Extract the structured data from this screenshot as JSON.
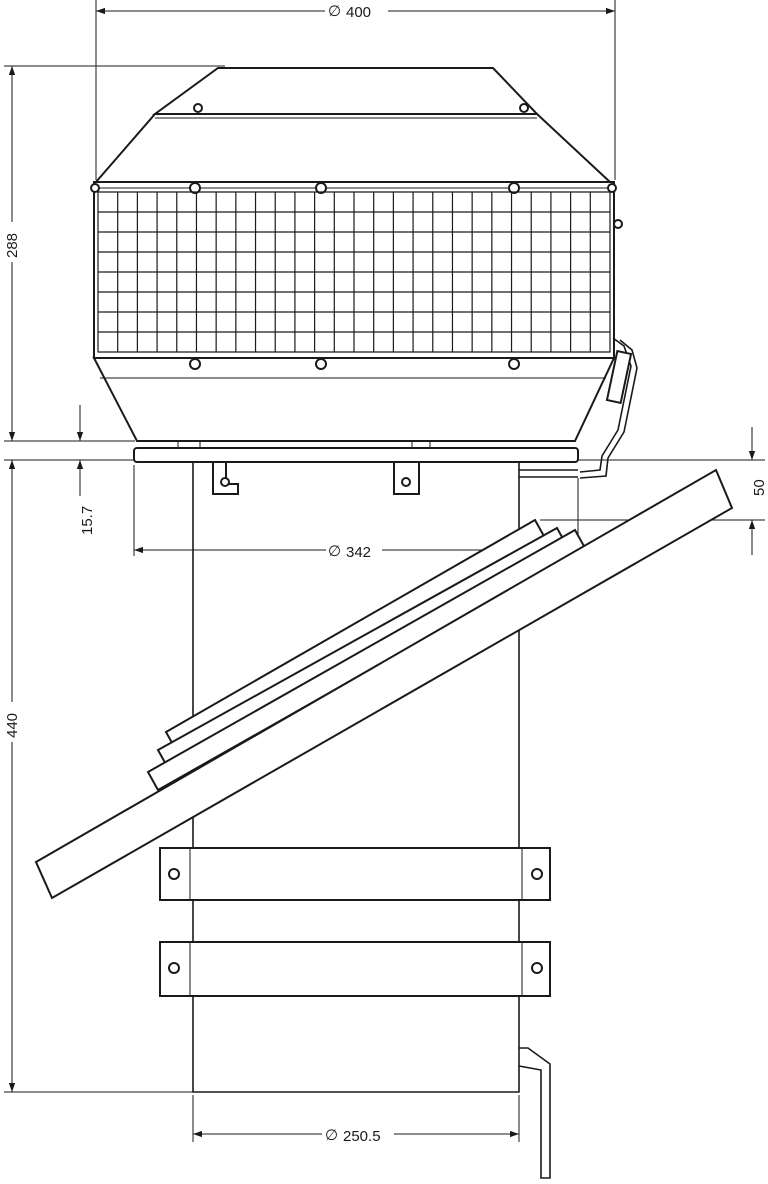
{
  "dimensions": {
    "top_width": "400",
    "height_fan": "288",
    "flange_gap": "15.7",
    "flange_diameter": "342",
    "offset_right": "50",
    "pipe_height": "440",
    "pipe_diameter": "250.5"
  },
  "symbols": {
    "diameter": "∅"
  }
}
